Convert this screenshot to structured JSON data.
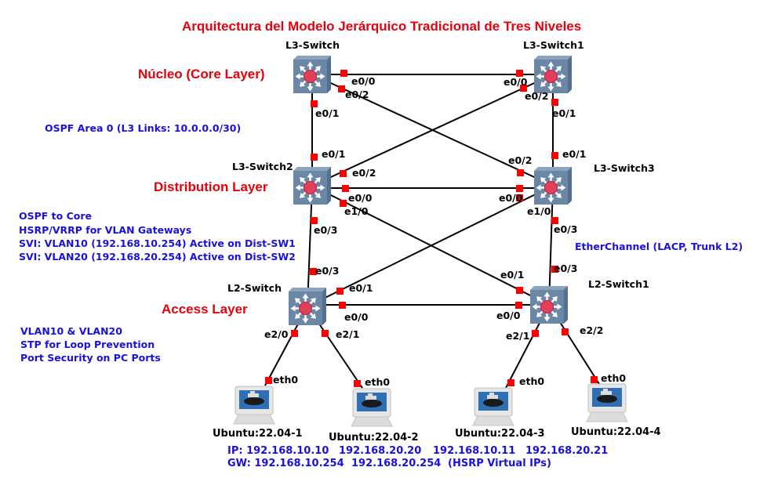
{
  "title": "Arquitectura del Modelo Jerárquico Tradicional de Tres Niveles",
  "layers": {
    "core": "Núcleo (Core Layer)",
    "distribution": "Distribution Layer",
    "access": "Access Layer"
  },
  "notes": {
    "core": [
      "OSPF Area 0 (L3 Links: 10.0.0.0/30)"
    ],
    "distribution": [
      "OSPF to Core",
      "HSRP/VRRP for VLAN Gateways",
      "SVI: VLAN10 (192.168.10.254) Active on Dist-SW1",
      "SVI: VLAN20 (192.168.20.254) Active on Dist-SW2"
    ],
    "etherchannel": "EtherChannel (LACP, Trunk L2)",
    "access": [
      "VLAN10 & VLAN20",
      "STP for Loop Prevention",
      "Port Security on PC Ports"
    ]
  },
  "devices": [
    {
      "id": "core1",
      "label": "L3-Switch",
      "type": "l3-switch"
    },
    {
      "id": "core2",
      "label": "L3-Switch1",
      "type": "l3-switch"
    },
    {
      "id": "dist1",
      "label": "L3-Switch2",
      "type": "l3-switch"
    },
    {
      "id": "dist2",
      "label": "L3-Switch3",
      "type": "l3-switch"
    },
    {
      "id": "acc1",
      "label": "L2-Switch",
      "type": "l2-switch"
    },
    {
      "id": "acc2",
      "label": "L2-Switch1",
      "type": "l2-switch"
    },
    {
      "id": "pc1",
      "label": "Ubuntu:22.04-1",
      "type": "docker-host"
    },
    {
      "id": "pc2",
      "label": "Ubuntu:22.04-2",
      "type": "docker-host"
    },
    {
      "id": "pc3",
      "label": "Ubuntu:22.04-3",
      "type": "docker-host"
    },
    {
      "id": "pc4",
      "label": "Ubuntu:22.04-4",
      "type": "docker-host"
    }
  ],
  "links": [
    {
      "a": "core1",
      "a_port": "e0/0",
      "b": "core2",
      "b_port": "e0/0"
    },
    {
      "a": "core1",
      "a_port": "e0/2",
      "b": "dist2",
      "b_port": "e0/2"
    },
    {
      "a": "core2",
      "a_port": "e0/2",
      "b": "dist1",
      "b_port": "e0/2"
    },
    {
      "a": "core1",
      "a_port": "e0/1",
      "b": "dist1",
      "b_port": "e0/1"
    },
    {
      "a": "core2",
      "a_port": "e0/1",
      "b": "dist2",
      "b_port": "e0/1"
    },
    {
      "a": "dist1",
      "a_port": "e0/0",
      "b": "dist2",
      "b_port": "e0/0"
    },
    {
      "a": "dist1",
      "a_port": "e1/0",
      "b": "acc2",
      "b_port": "e0/1"
    },
    {
      "a": "dist2",
      "a_port": "e1/0",
      "b": "acc1",
      "b_port": "e0/1"
    },
    {
      "a": "dist1",
      "a_port": "e0/3",
      "b": "acc1",
      "b_port": "e0/3"
    },
    {
      "a": "dist2",
      "a_port": "e0/3",
      "b": "acc2",
      "b_port": "e0/3"
    },
    {
      "a": "acc1",
      "a_port": "e0/0",
      "b": "acc2",
      "b_port": "e0/0"
    },
    {
      "a": "acc1",
      "a_port": "e2/0",
      "b": "pc1",
      "b_port": "eth0"
    },
    {
      "a": "acc1",
      "a_port": "e2/1",
      "b": "pc2",
      "b_port": "eth0"
    },
    {
      "a": "acc2",
      "a_port": "e2/1",
      "b": "pc3",
      "b_port": "eth0"
    },
    {
      "a": "acc2",
      "a_port": "e2/2",
      "b": "pc4",
      "b_port": "eth0"
    }
  ],
  "addressing": {
    "ip_line": [
      "IP: 192.168.10.10",
      "192.168.20.20",
      "192.168.10.11",
      "192.168.20.21"
    ],
    "gw_line": [
      "GW: 192.168.10.254",
      "192.168.20.254",
      "(HSRP Virtual IPs)"
    ]
  },
  "colors": {
    "title": "#e8000b",
    "note": "#1a10e0",
    "port_marker": "#ff0000",
    "link": "#000000",
    "switch_body": "#6a87a6"
  }
}
